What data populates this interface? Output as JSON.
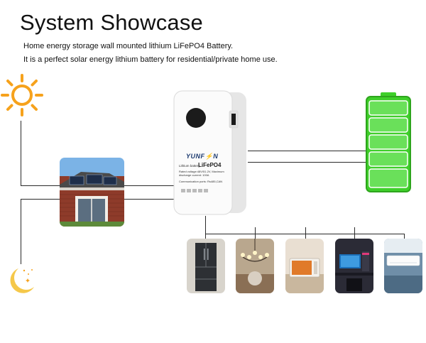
{
  "header": {
    "title": "System Showcase",
    "subtitle_1": "Home energy storage wall mounted lithium LiFePO4 Battery.",
    "subtitle_2": "It is a perfect solar energy lithium battery for residential/private home use."
  },
  "battery_unit": {
    "brand": "YUNF⚡N",
    "type_label": "Lithium battery",
    "model": "LiFePO4",
    "spec_1": "Rated voltage:48V/51.2V, Maximum discharge current: 100A",
    "spec_2": "Communication ports: Rs485,CAN"
  },
  "icons": {
    "sun": "sun-icon",
    "moon": "moon-icon",
    "battery_level": "battery-level-icon"
  },
  "colors": {
    "battery_green": "#3fcf2a",
    "sun_orange": "#f6a21c",
    "moon_yellow": "#f5c84a",
    "line": "#2a2a2a"
  }
}
